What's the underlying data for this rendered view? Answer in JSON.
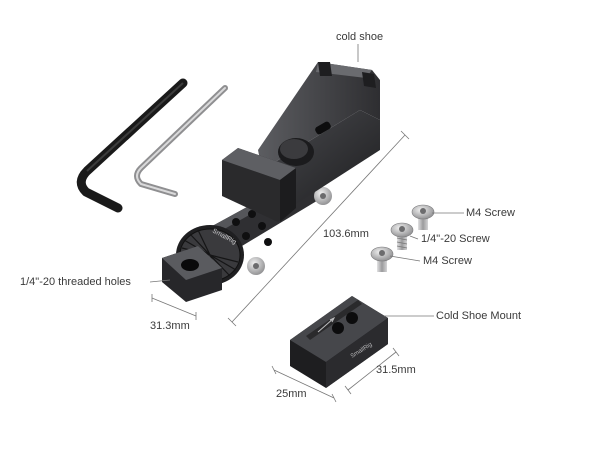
{
  "labels": {
    "cold_shoe": "cold shoe",
    "m4_screw_top": "M4 Screw",
    "quarter_screw": "1/4\"-20 Screw",
    "m4_screw_bottom": "M4 Screw",
    "threaded_holes": "1/4\"-20 threaded holes",
    "cold_shoe_mount": "Cold Shoe Mount"
  },
  "dimensions": {
    "length": "103.6mm",
    "width": "31.3mm",
    "mount_depth": "25mm",
    "mount_width": "31.5mm"
  },
  "brand": {
    "engraving": "SmallRig"
  },
  "colors": {
    "metal_dark": "#2b2b2d",
    "metal_mid": "#3a3a3d",
    "metal_light": "#55565a",
    "steel": "#b9b9bb",
    "line": "#777777",
    "text": "#3a3a3a"
  }
}
